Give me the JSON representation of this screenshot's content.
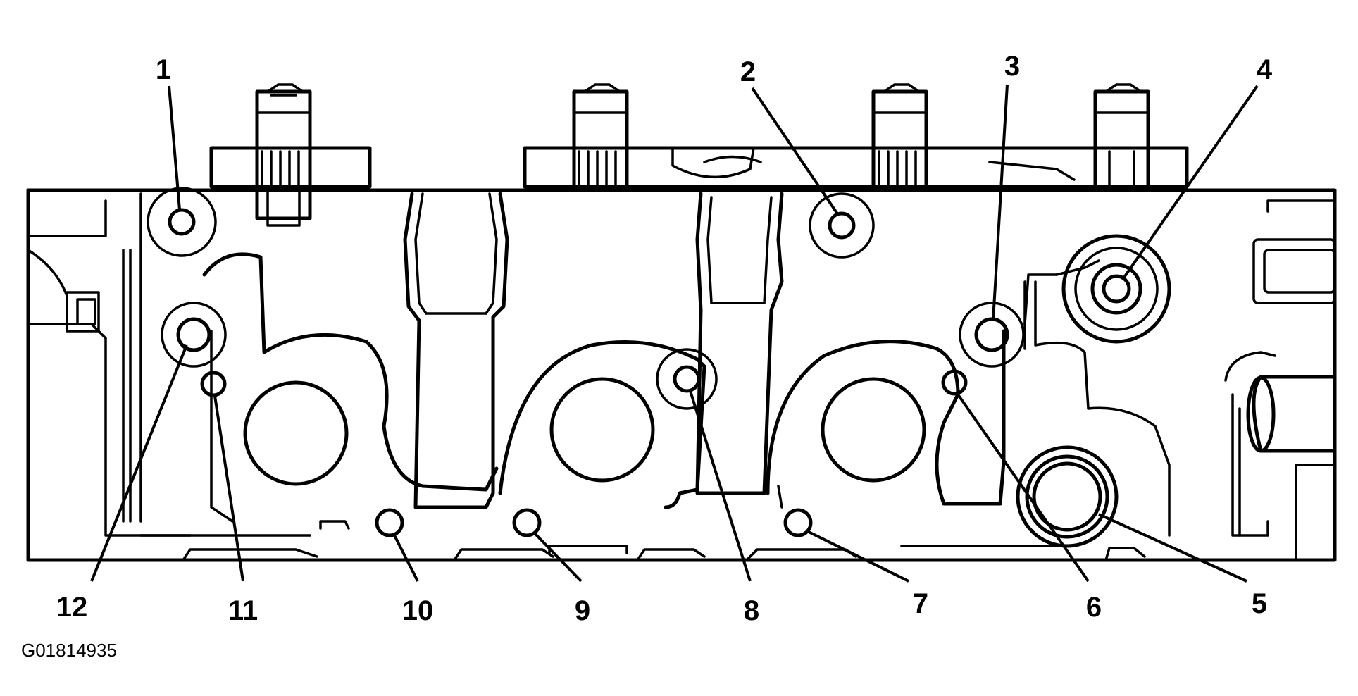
{
  "figure": {
    "id_label": "G01814935",
    "callouts": [
      {
        "number": "1"
      },
      {
        "number": "2"
      },
      {
        "number": "3"
      },
      {
        "number": "4"
      },
      {
        "number": "5"
      },
      {
        "number": "6"
      },
      {
        "number": "7"
      },
      {
        "number": "8"
      },
      {
        "number": "9"
      },
      {
        "number": "10"
      },
      {
        "number": "11"
      },
      {
        "number": "12"
      }
    ]
  }
}
